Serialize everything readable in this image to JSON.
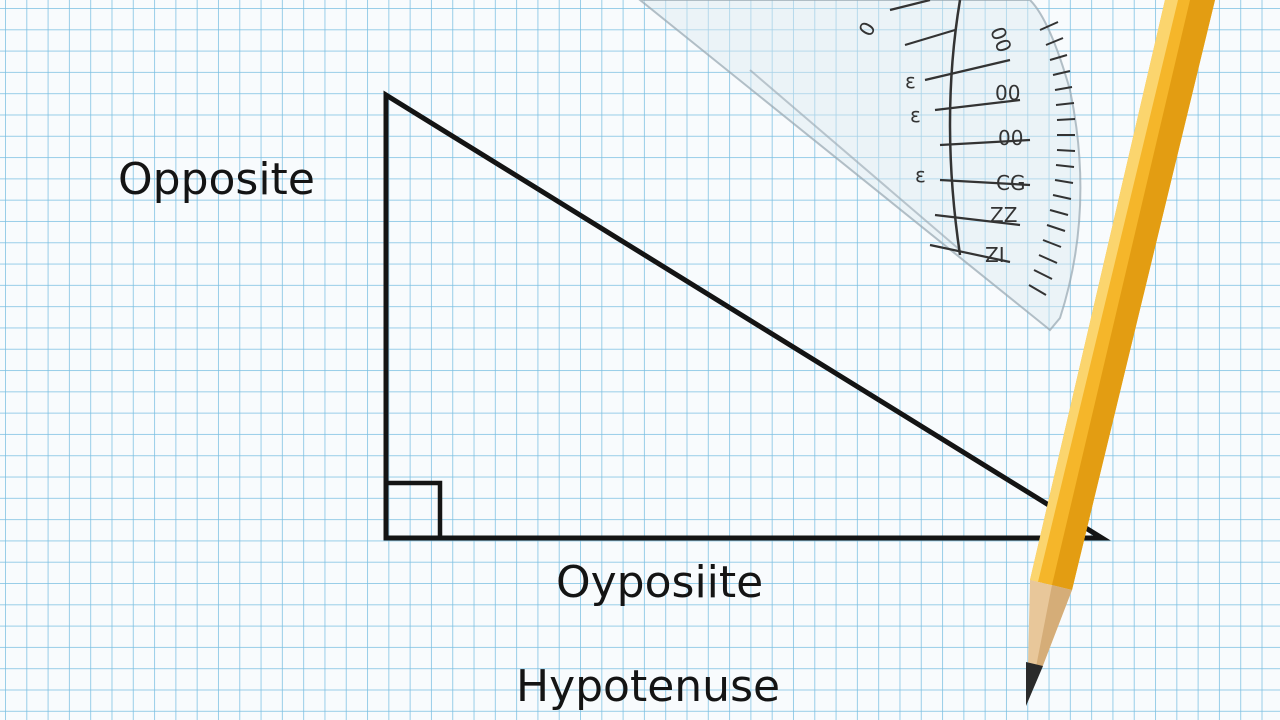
{
  "labels": {
    "left_side": "Opposite",
    "bottom_side": "Oyposiite",
    "bottom_caption": "Hypotenuse"
  },
  "colors": {
    "grid_line": "#78bee1",
    "paper": "#f8fbfd",
    "ink": "#141414",
    "pencil_body": "#f5b62a",
    "pencil_wood": "#e8c79a",
    "pencil_lead": "#2a2a2a"
  }
}
